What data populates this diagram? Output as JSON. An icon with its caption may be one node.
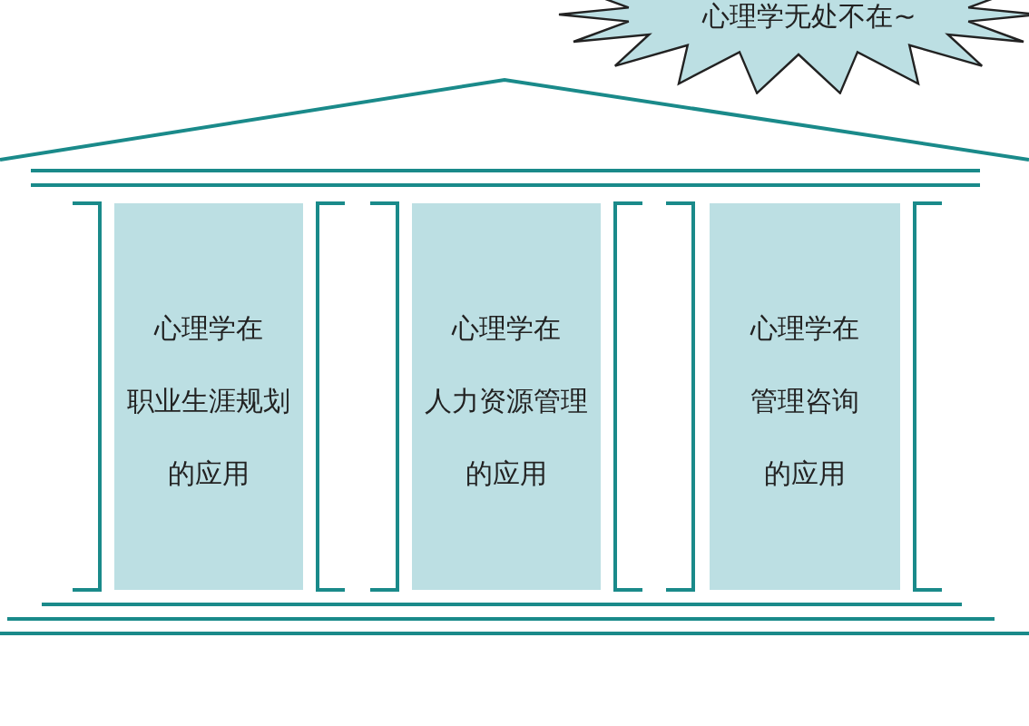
{
  "diagram": {
    "nodes": [
      {
        "text": [
          "心理学无处不在~"
        ]
      },
      {
        "text": [
          "心理学在",
          "职业生涯规划",
          "的应用"
        ]
      },
      {
        "text": [
          "心理学在",
          "人力资源管理",
          "的应用"
        ]
      },
      {
        "text": [
          "心理学在",
          "管理咨询",
          "的应用"
        ]
      }
    ]
  }
}
